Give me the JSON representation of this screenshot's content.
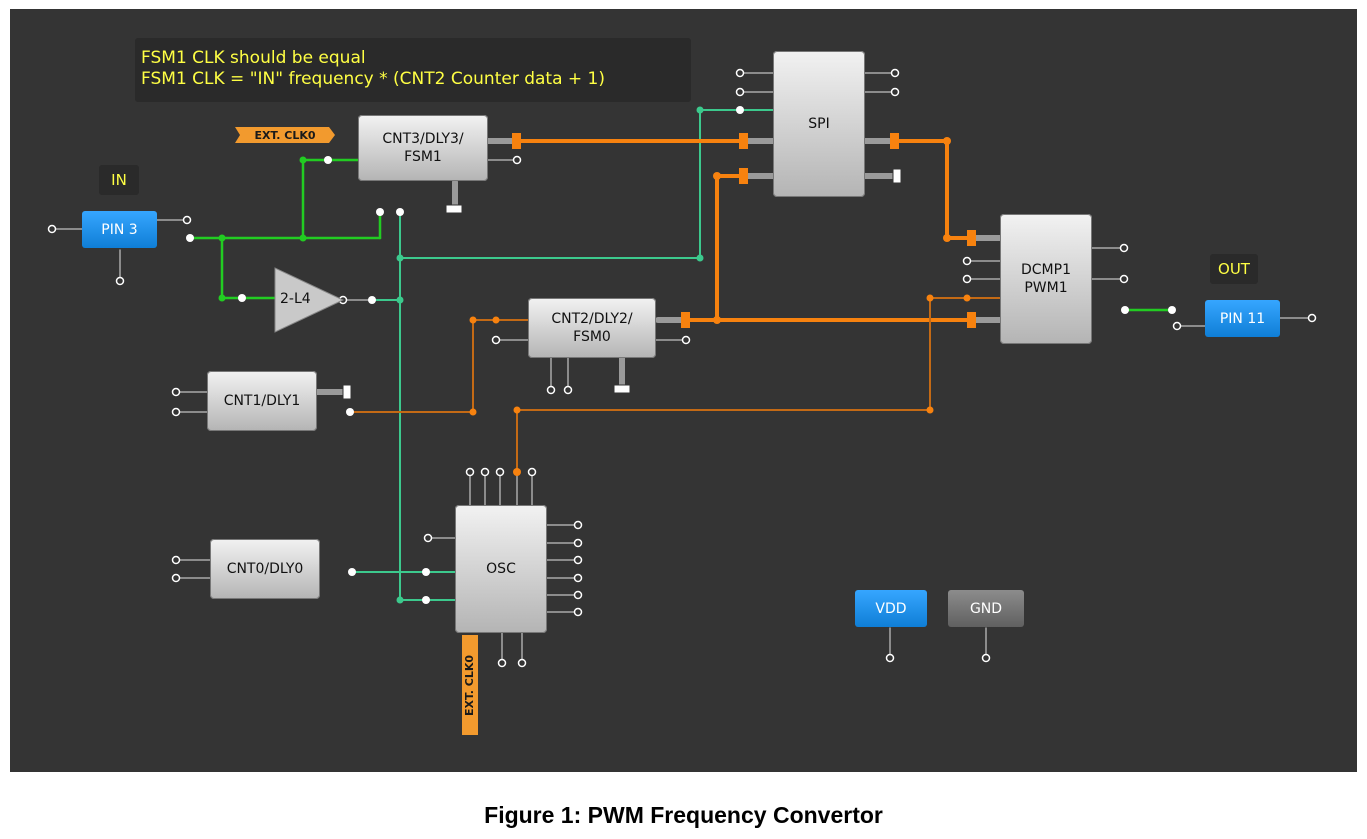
{
  "note": {
    "line1": "FSM1 CLK should be equal",
    "line2": "FSM1 CLK = \"IN\" frequency * (CNT2 Counter data + 1)"
  },
  "labels": {
    "in": "IN",
    "out": "OUT"
  },
  "ext_clk": "EXT. CLK0",
  "blocks": {
    "cnt3": [
      "CNT3/DLY3/",
      "FSM1"
    ],
    "spi": "SPI",
    "lut": "2-L4",
    "cnt2": [
      "CNT2/DLY2/",
      "FSM0"
    ],
    "dcmp": [
      "DCMP1",
      "PWM1"
    ],
    "cnt1": "CNT1/DLY1",
    "osc": "OSC",
    "cnt0": "CNT0/DLY0"
  },
  "pins": {
    "pin3": "PIN 3",
    "pin11": "PIN 11",
    "vdd": "VDD",
    "gnd": "GND"
  },
  "caption": "Figure 1: PWM Frequency Convertor",
  "colors": {
    "background": "#343434",
    "green": "#22cc22",
    "teal": "#3cc98d",
    "orange": "#f7820f",
    "dark_orange": "#c46a15",
    "pin_blue": "#1e90ff",
    "note_text": "#ffff44"
  }
}
